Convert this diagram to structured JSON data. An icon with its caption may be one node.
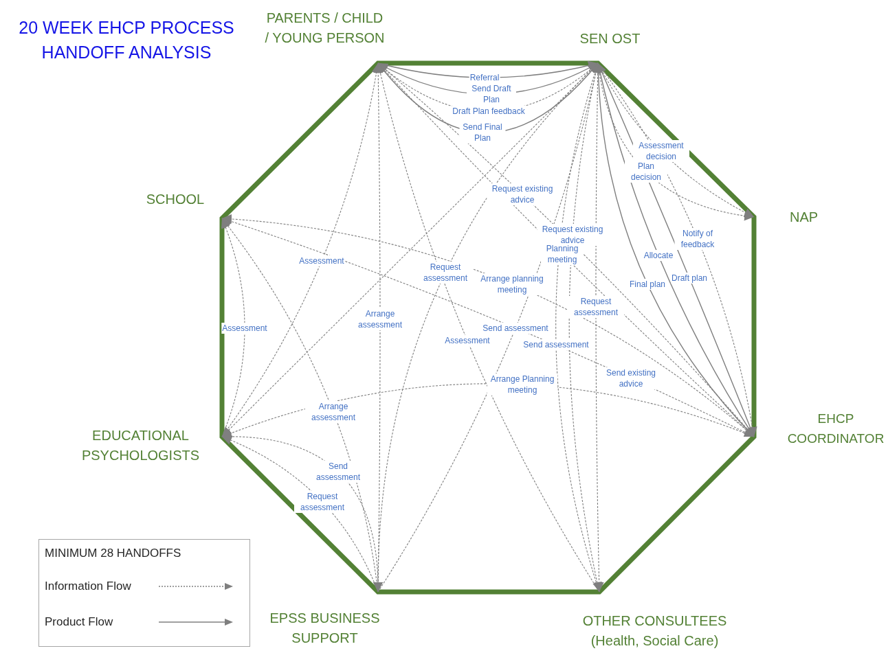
{
  "diagram": {
    "title": "20 WEEK EHCP PROCESS HANDOFF ANALYSIS",
    "nodes": [
      {
        "text": [
          "PARENTS / CHILD / YOUNG PERSON"
        ]
      },
      {
        "text": [
          "SEN OST"
        ]
      },
      {
        "text": [
          "NAP"
        ]
      },
      {
        "text": [
          "EHCP COORDINATOR"
        ]
      },
      {
        "text": [
          "OTHER CONSULTEES (Health, Social Care)"
        ]
      },
      {
        "text": [
          "EPSS BUSINESS SUPPORT"
        ]
      },
      {
        "text": [
          "EDUCATIONAL PSYCHOLOGISTS"
        ]
      },
      {
        "text": [
          "SCHOOL"
        ]
      }
    ],
    "edges": [
      {
        "from": 0,
        "to": 1,
        "arrow": "to",
        "label": "Referral"
      },
      {
        "from": 1,
        "to": 0,
        "arrow": "to",
        "label": "Send Draft Plan"
      },
      {
        "from": 0,
        "to": 1,
        "arrow": "to",
        "label": "Draft Plan feedback",
        "style": "dashed"
      },
      {
        "from": 1,
        "to": 0,
        "arrow": "to",
        "label": "Send Final Plan"
      },
      {
        "from": 1,
        "to": 2,
        "arrow": "to",
        "label": "Assessment decision",
        "style": "dashed"
      },
      {
        "from": 1,
        "to": 2,
        "arrow": "to",
        "label": "Plan decision",
        "style": "dashed"
      },
      {
        "from": 3,
        "to": 0,
        "arrow": "to",
        "label": "Request existing advice",
        "style": "dashed"
      },
      {
        "from": 1,
        "to": 4,
        "arrow": "to",
        "label": "Request existing advice",
        "style": "dashed"
      },
      {
        "from": 1,
        "to": 3,
        "arrow": "to",
        "label": "Notify of feedback",
        "style": "dashed"
      },
      {
        "from": 1,
        "to": 3,
        "arrow": "to",
        "label": "Allocate"
      },
      {
        "from": 0,
        "to": 3,
        "arrow": "to",
        "label": "Planning meeting",
        "style": "dashed"
      },
      {
        "from": 3,
        "to": 1,
        "arrow": "to",
        "label": "Draft plan"
      },
      {
        "from": 3,
        "to": 1,
        "arrow": "to",
        "label": "Final plan"
      },
      {
        "from": 1,
        "to": 5,
        "arrow": "to",
        "label": "Request assessment",
        "style": "dashed"
      },
      {
        "from": 3,
        "to": 7,
        "arrow": "to",
        "label": "Arrange planning meeting",
        "style": "dashed"
      },
      {
        "from": 6,
        "to": 0,
        "arrow": "to",
        "label": "Assessment",
        "style": "dashed"
      },
      {
        "from": 6,
        "to": 7,
        "arrow": "to",
        "label": "Assessment",
        "style": "dashed"
      },
      {
        "from": 5,
        "to": 0,
        "arrow": "to",
        "label": "Arrange assessment",
        "style": "dashed"
      },
      {
        "from": 5,
        "to": 7,
        "arrow": "to",
        "label": "Arrange assessment",
        "style": "dashed"
      },
      {
        "from": 6,
        "to": 5,
        "arrow": "to",
        "label": "Send assessment",
        "style": "dashed"
      },
      {
        "from": 5,
        "to": 6,
        "arrow": "to",
        "label": "Request assessment",
        "style": "dashed"
      },
      {
        "from": 4,
        "to": 0,
        "arrow": "to",
        "label": "Assessment",
        "style": "dashed"
      },
      {
        "from": 5,
        "to": 1,
        "arrow": "to",
        "label": "Send assessment",
        "style": "dashed"
      },
      {
        "from": 4,
        "to": 1,
        "arrow": "to",
        "label": "Send assessment",
        "style": "dashed"
      },
      {
        "from": 1,
        "to": 4,
        "arrow": "to",
        "label": "Request assessment",
        "style": "dashed"
      },
      {
        "from": 3,
        "to": 6,
        "arrow": "to",
        "label": "Arrange Planning meeting",
        "style": "dashed"
      },
      {
        "from": 7,
        "to": 3,
        "arrow": "to",
        "label": "Send existing advice",
        "style": "dashed"
      },
      {
        "from": 1,
        "to": 6,
        "arrow": "to",
        "style": "dashed"
      }
    ],
    "labels": [
      "MINIMUM 28 HANDOFFS"
    ],
    "legend": [
      {
        "text": "Information Flow"
      },
      {
        "text": "Product Flow"
      }
    ]
  }
}
